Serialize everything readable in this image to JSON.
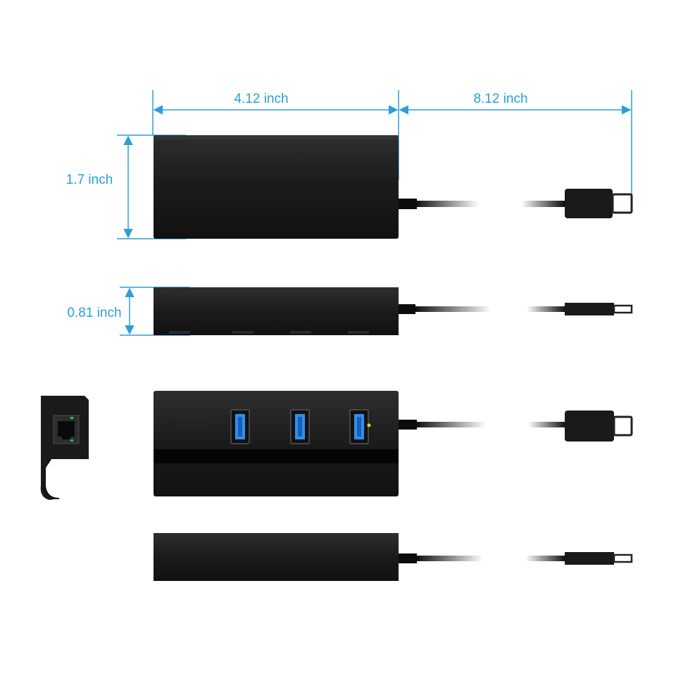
{
  "dimensions": {
    "length": "4.12 inch",
    "cable": "8.12 inch",
    "width": "1.7 inch",
    "height": "0.81 inch"
  },
  "colors": {
    "dimension_line": "#2a9fd8",
    "hub_body": "#151515",
    "hub_top": "#262626",
    "cable": "#0c0c0c",
    "usb_port": "#2f8ff0",
    "led": "#e8d020",
    "rj45_led": "#3ec23e"
  },
  "views": [
    {
      "name": "top-view",
      "icon": "usb-hub-top"
    },
    {
      "name": "side-view",
      "icon": "usb-hub-side"
    },
    {
      "name": "front-view",
      "icon": "usb-hub-ports",
      "port_count": 3
    },
    {
      "name": "back-view",
      "icon": "usb-hub-back"
    },
    {
      "name": "end-view",
      "icon": "rj45-ethernet-port"
    }
  ]
}
